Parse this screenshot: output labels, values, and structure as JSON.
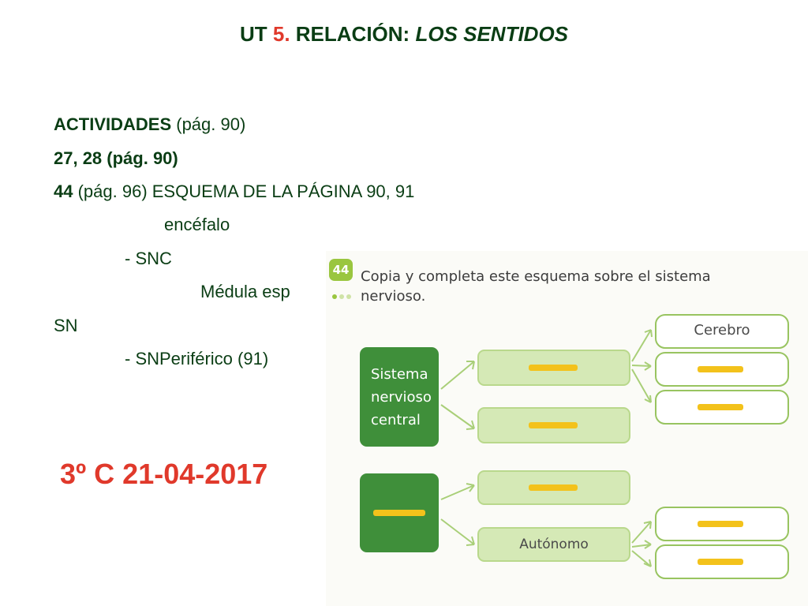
{
  "title": {
    "prefix": "UT ",
    "number": "5.",
    "middle": " RELACIÓN: ",
    "italic": "LOS SENTIDOS"
  },
  "lines": {
    "activities_bold": "ACTIVIDADES",
    "activities_rest": " (pág. 90)",
    "line2": "27, 28 (pág. 90)",
    "line3_num": "44",
    "line3_rest": "  (pág. 96) ESQUEMA DE LA PÁGINA 90, 91",
    "encefalo": "encéfalo",
    "snc": "- SNC",
    "medula": "Médula esp",
    "sn": "SN",
    "snp": "- SNPeriférico (91)"
  },
  "date": "3º C 21-04-2017",
  "scan": {
    "badge": "44",
    "instruction": "Copia y completa este esquema sobre el sistema nervioso.",
    "central_box": [
      "Sistema",
      "nervioso",
      "central"
    ],
    "cerebro": "Cerebro",
    "autonomo": "Autónomo"
  },
  "colors": {
    "text": "#0a3d14",
    "accent": "#e0392b",
    "dark_green": "#3f8f3a",
    "light_green": "#d5e9b6",
    "yellow": "#f3c21b"
  }
}
